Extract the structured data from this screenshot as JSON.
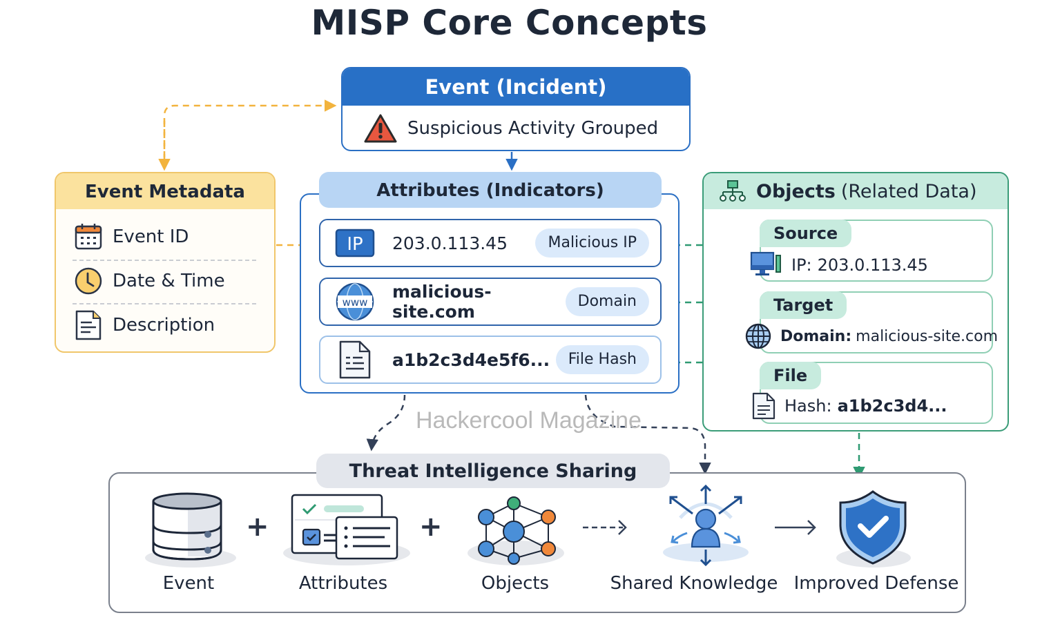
{
  "title": "MISP Core Concepts",
  "event": {
    "header": "Event (Incident)",
    "body": "Suspicious Activity Grouped",
    "icon": "warning-icon"
  },
  "metadata": {
    "header": "Event Metadata",
    "items": [
      {
        "label": "Event ID",
        "icon": "calendar-icon"
      },
      {
        "label": "Date & Time",
        "icon": "clock-icon"
      },
      {
        "label": "Description",
        "icon": "document-icon"
      }
    ]
  },
  "attributes": {
    "header": "Attributes (Indicators)",
    "items": [
      {
        "icon": "ip-badge-icon",
        "icon_text": "IP",
        "value": "203.0.113.45",
        "type": "Malicious IP"
      },
      {
        "icon": "www-globe-icon",
        "icon_text": "www",
        "value": "malicious-site.com",
        "type": "Domain"
      },
      {
        "icon": "file-icon",
        "value": "a1b2c3d4e5f6...",
        "type": "File Hash"
      }
    ]
  },
  "objects": {
    "header_bold": "Objects",
    "header_rest": "(Related Data)",
    "icon": "hierarchy-icon",
    "items": [
      {
        "tag": "Source",
        "icon": "computer-icon",
        "key": "IP:",
        "value": "203.0.113.45"
      },
      {
        "tag": "Target",
        "icon": "globe-icon",
        "key": "Domain:",
        "value": "malicious-site.com"
      },
      {
        "tag": "File",
        "icon": "file-icon",
        "key": "Hash:",
        "value": "a1b2c3d4..."
      }
    ]
  },
  "watermark": "Hackercool Magazine",
  "sharing": {
    "header": "Threat Intelligence Sharing",
    "steps": [
      {
        "label": "Event",
        "icon": "database-icon"
      },
      {
        "label": "Attributes",
        "icon": "checklist-icon"
      },
      {
        "label": "Objects",
        "icon": "network-icon"
      },
      {
        "label": "Shared Knowledge",
        "icon": "shared-user-icon"
      },
      {
        "label": "Improved Defense",
        "icon": "shield-check-icon"
      }
    ],
    "operators": [
      "+",
      "+"
    ]
  },
  "colors": {
    "event_blue": "#2870c6",
    "metadata_yellow": "#fbe29e",
    "attributes_blue": "#b8d5f4",
    "objects_green": "#c7ebde",
    "connector_orange": "#f2b33d",
    "connector_green": "#2f9a72",
    "connector_dark": "#2b3446"
  }
}
